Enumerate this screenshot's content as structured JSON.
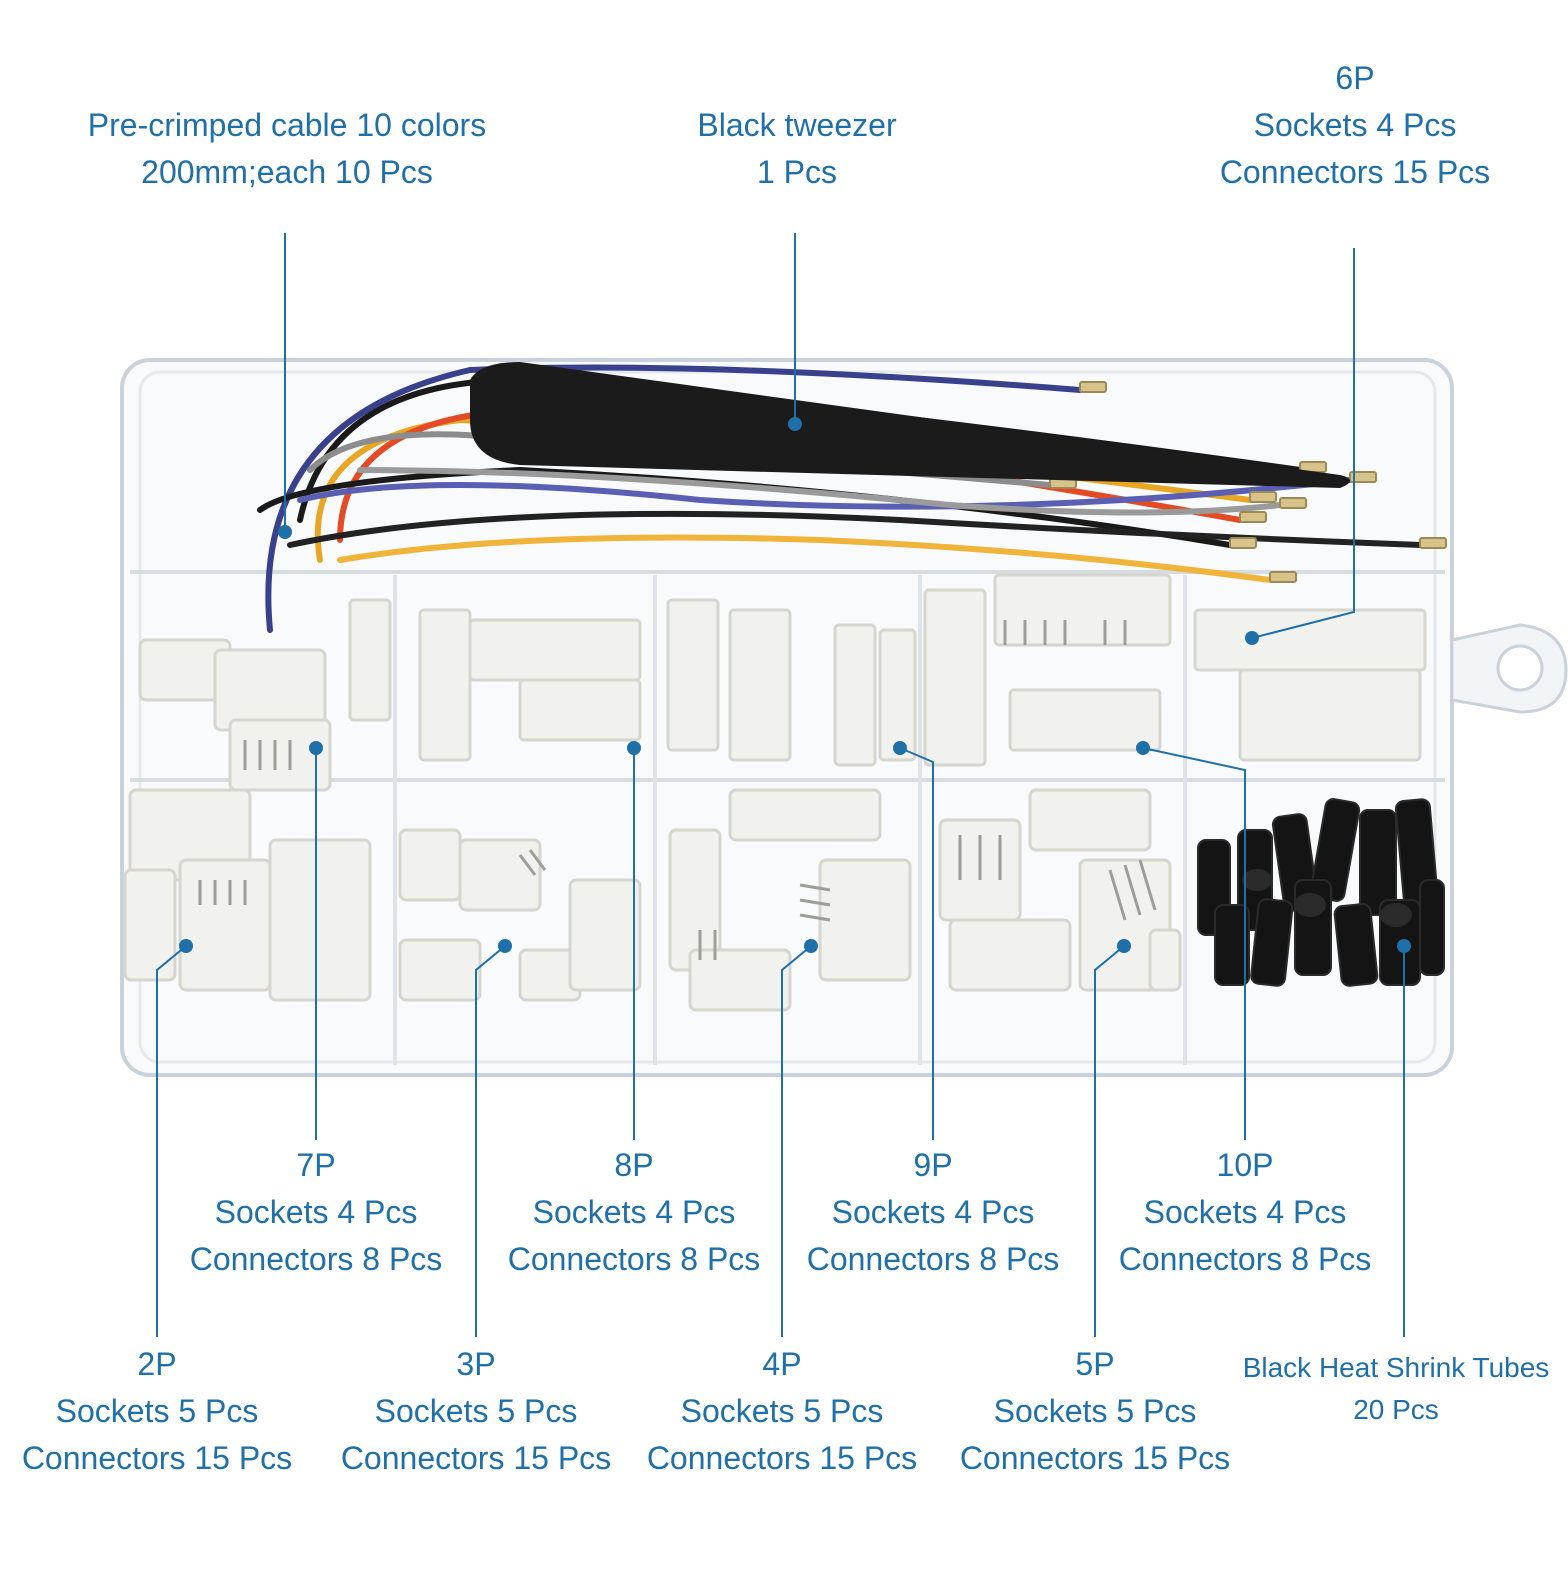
{
  "accent_color": "#1f6fa8",
  "labels": {
    "cable": {
      "line1": "Pre-crimped cable 10 colors",
      "line2": "200mm;each 10 Pcs"
    },
    "tweezer": {
      "line1": "Black tweezer",
      "line2": "1 Pcs"
    },
    "p6": {
      "line1": "6P",
      "line2": "Sockets 4 Pcs",
      "line3": "Connectors 15 Pcs"
    },
    "p7": {
      "line1": "7P",
      "line2": "Sockets 4 Pcs",
      "line3": "Connectors 8 Pcs"
    },
    "p8": {
      "line1": "8P",
      "line2": "Sockets 4 Pcs",
      "line3": "Connectors 8 Pcs"
    },
    "p9": {
      "line1": "9P",
      "line2": "Sockets 4 Pcs",
      "line3": "Connectors 8 Pcs"
    },
    "p10": {
      "line1": "10P",
      "line2": "Sockets 4 Pcs",
      "line3": "Connectors 8 Pcs"
    },
    "p2": {
      "line1": "2P",
      "line2": "Sockets 5 Pcs",
      "line3": "Connectors 15 Pcs"
    },
    "p3": {
      "line1": "3P",
      "line2": "Sockets 5 Pcs",
      "line3": "Connectors 15 Pcs"
    },
    "p4": {
      "line1": "4P",
      "line2": "Sockets 5 Pcs",
      "line3": "Connectors 15 Pcs"
    },
    "p5": {
      "line1": "5P",
      "line2": "Sockets 5 Pcs",
      "line3": "Connectors 15 Pcs"
    },
    "tubes": {
      "line1": "Black Heat Shrink Tubes",
      "line2": "20 Pcs"
    }
  }
}
